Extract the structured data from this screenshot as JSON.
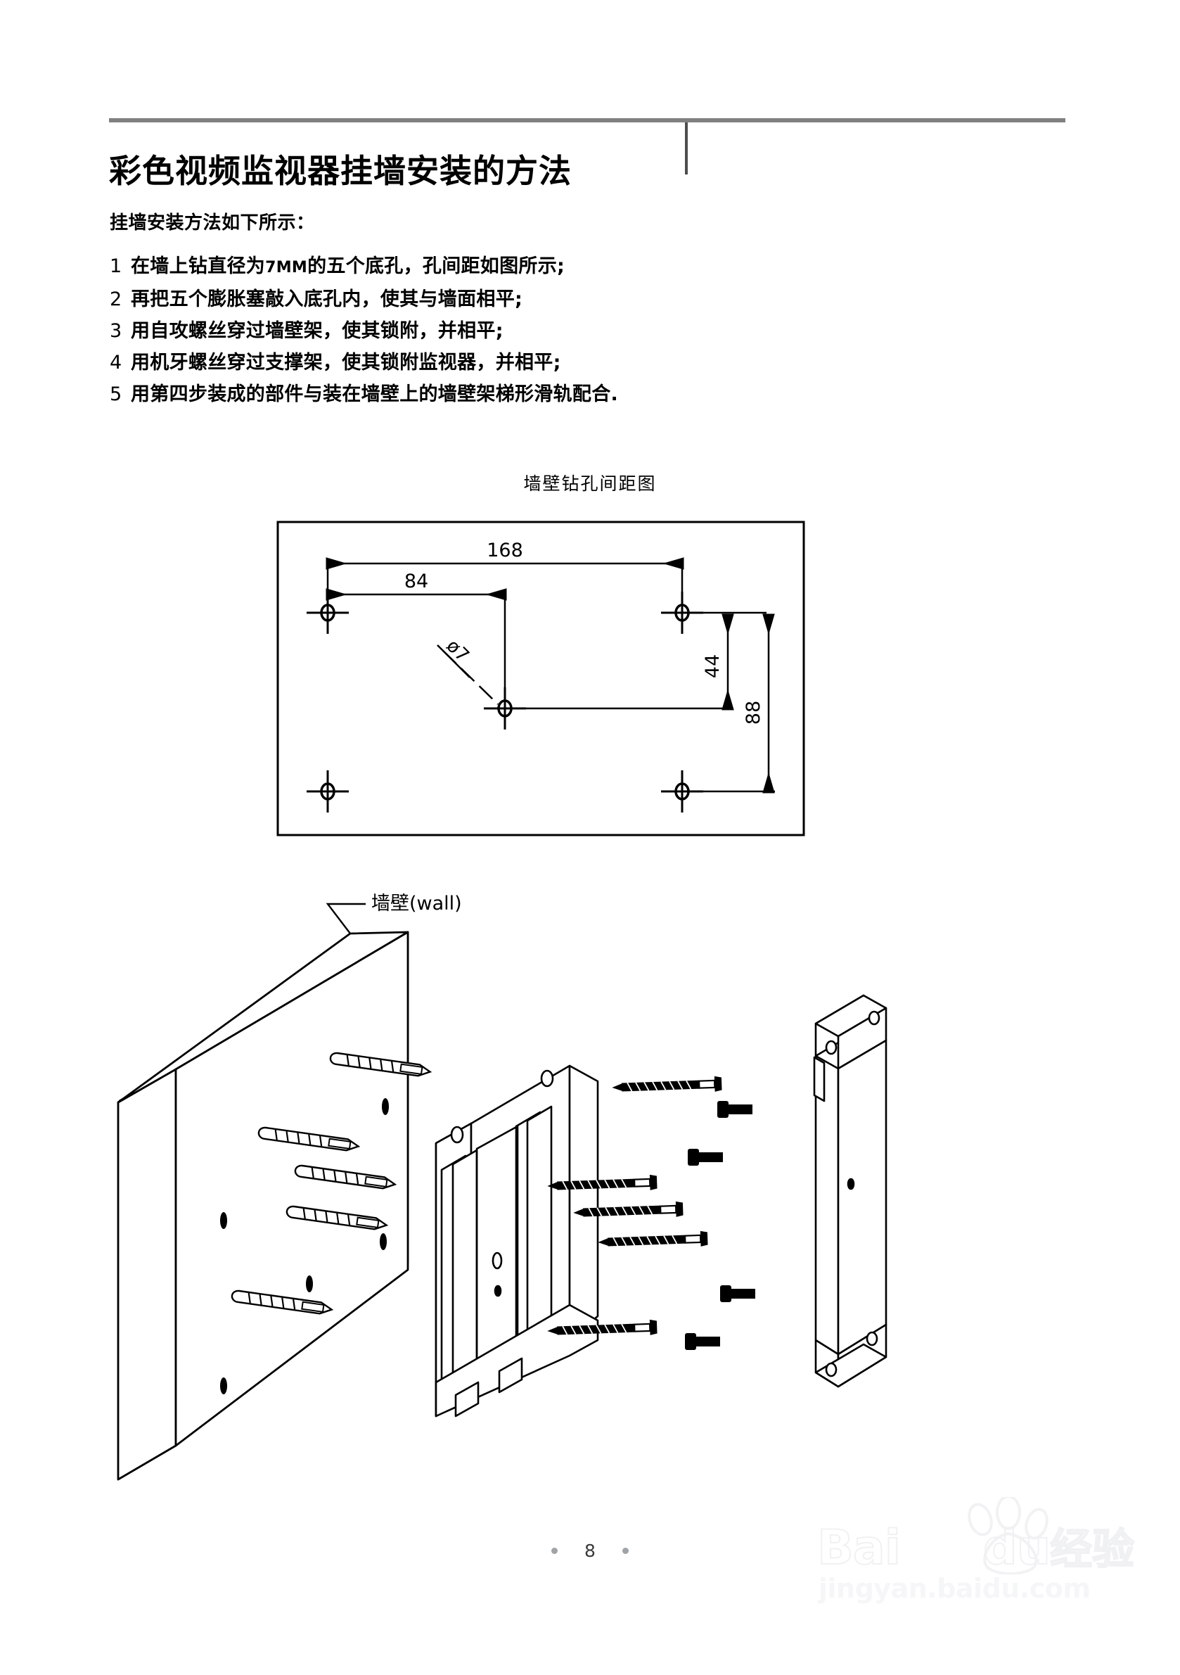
{
  "document": {
    "title": "彩色视频监视器挂墙安装的方法",
    "intro": "挂墙安装方法如下所示：",
    "steps": [
      {
        "num": "1",
        "text_before": "在墙上钻直径为",
        "emphasis": "7MM",
        "text_after": "的五个底孔，孔间距如图所示;"
      },
      {
        "num": "2",
        "text_before": "再把五个膨胀塞敲入底孔内，使其与墙面相平;",
        "emphasis": "",
        "text_after": ""
      },
      {
        "num": "3",
        "text_before": "用自攻螺丝穿过墙壁架，使其锁附，并相平;",
        "emphasis": "",
        "text_after": ""
      },
      {
        "num": "4",
        "text_before": "用机牙螺丝穿过支撑架，使其锁附监视器，并相平;",
        "emphasis": "",
        "text_after": ""
      },
      {
        "num": "5",
        "text_before": "用第四步装成的部件与装在墙壁上的墙壁架梯形滑轨配合.",
        "emphasis": "",
        "text_after": ""
      }
    ]
  },
  "drill_figure": {
    "caption": "墙壁钻孔间距图",
    "dimensions": {
      "width_total": "168",
      "width_half": "84",
      "height_upper": "44",
      "height_total": "88",
      "hole_diameter": "ø7"
    },
    "hole_count": 5,
    "note_unit": "mm"
  },
  "exploded_figure": {
    "wall_label": "墙壁(wall)",
    "parts": {
      "wall_block": "wall-block",
      "anchors": "wall-anchor-plug",
      "anchor_count": 5,
      "wall_bracket": "wall-mount-bracket",
      "long_screws": "self-tapping-screw",
      "long_screw_count": 5,
      "support_bracket": "support-bracket",
      "short_screws": "machine-screw",
      "short_screw_count": 4
    }
  },
  "footer": {
    "page_number": "8"
  },
  "watermark": {
    "brand_en": "Bai",
    "brand_du": "du",
    "brand_cn": "经验",
    "url": "jingyan.baidu.com"
  }
}
